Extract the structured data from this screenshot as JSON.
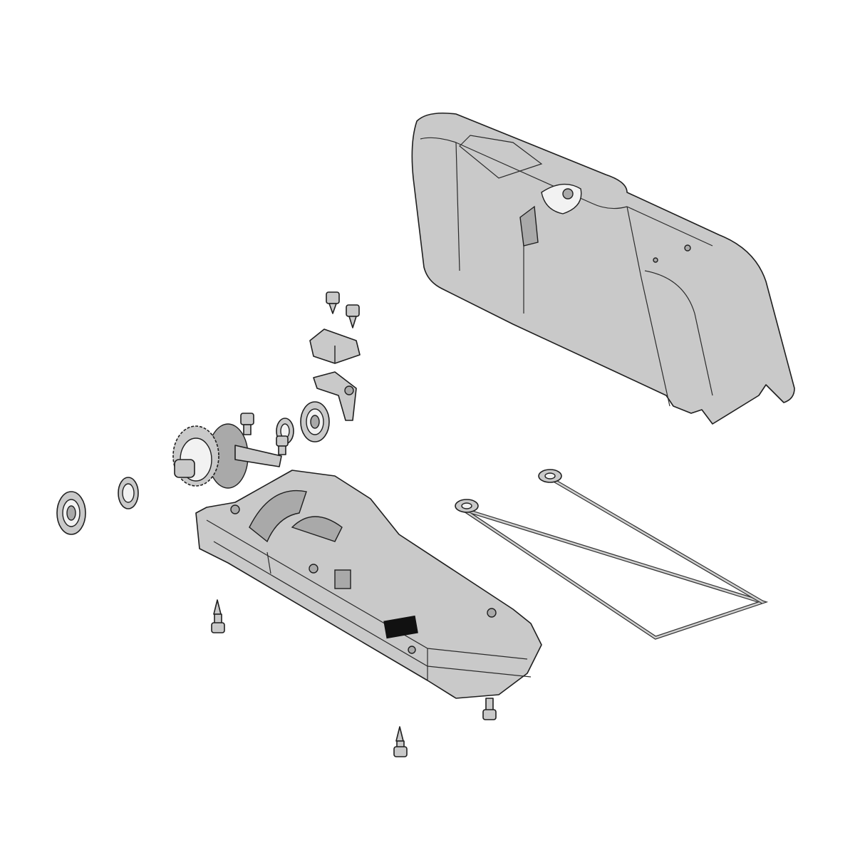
{
  "diagram": {
    "type": "exploded-assembly-view",
    "colors": {
      "part_fill": "#c9c9c9",
      "part_dark": "#a9a9a9",
      "outline": "#1e1e1e",
      "background": "#ffffff"
    },
    "parts": [
      {
        "name": "top-cover"
      },
      {
        "name": "base-housing"
      },
      {
        "name": "gasket-seal"
      },
      {
        "name": "drive-gear-assembly"
      },
      {
        "name": "bearing-left"
      },
      {
        "name": "washer"
      },
      {
        "name": "bearing-upper"
      },
      {
        "name": "limit-bracket"
      },
      {
        "name": "cam-plate"
      },
      {
        "name": "screws"
      }
    ]
  }
}
